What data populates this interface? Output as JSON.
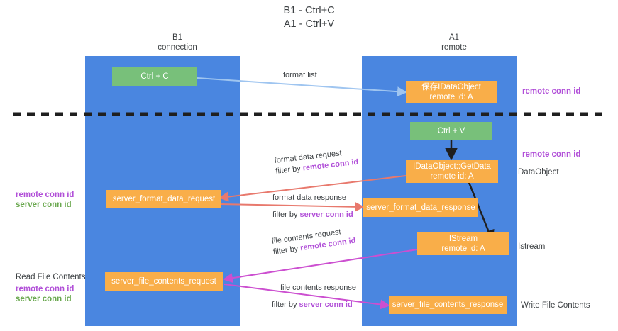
{
  "title": {
    "line1": "B1 - Ctrl+C",
    "line2": "A1 - Ctrl+V"
  },
  "lanes": [
    {
      "id": "b1",
      "name": "B1",
      "sub": "connection"
    },
    {
      "id": "a1",
      "name": "A1",
      "sub": "remote"
    }
  ],
  "colors": {
    "lane": "#4a86e0",
    "box_orange": "#f9ae49",
    "box_green": "#78c07a",
    "arrow_blue": "#9fc5f0",
    "arrow_red": "#e8796d",
    "arrow_magenta": "#c councils",
    "arrow_pink": "#cc4fd0",
    "arrow_black": "#1f1f1f",
    "text_purple": "#b14fd8",
    "text_green": "#6aa84f",
    "text_dark": "#3c4043",
    "divider": "#1f1f1f"
  },
  "boxes": {
    "ctrl_c": {
      "label": "Ctrl + C",
      "color": "green"
    },
    "save_dataobject": {
      "line1": "保存IDataObject",
      "line2": "remote id: A",
      "color": "orange"
    },
    "ctrl_v": {
      "label": "Ctrl + V",
      "color": "green"
    },
    "getdata": {
      "line1": "IDataObject::GetData",
      "line2": "remote id: A",
      "color": "orange"
    },
    "server_format_data_request": {
      "label": "server_format_data_request",
      "color": "orange"
    },
    "server_format_data_response": {
      "label": "server_format_data_response",
      "color": "orange"
    },
    "istream": {
      "line1": "IStream",
      "line2": "remote id: A",
      "color": "orange"
    },
    "server_file_contents_request": {
      "label": "server_file_contents_request",
      "color": "orange"
    },
    "server_file_contents_response": {
      "label": "server_file_contents_response",
      "color": "orange"
    }
  },
  "arrow_labels": {
    "format_list": "format list",
    "format_data_request": {
      "line1": "format data request",
      "prefix": "filter by ",
      "highlight": "remote conn id"
    },
    "format_data_response": {
      "line1": "format data response",
      "prefix": "filter by ",
      "highlight": "server conn id"
    },
    "file_contents_request": {
      "line1": "file contents request",
      "prefix": "filter by ",
      "highlight": "remote conn id"
    },
    "file_contents_response": {
      "line1": "file contents response",
      "prefix": "filter by ",
      "highlight": "server conn id"
    }
  },
  "side_labels": {
    "right_remote_conn_id_top": "remote conn id",
    "right_remote_conn_id_mid": "remote conn id",
    "right_dataobject": "DataObject",
    "right_istream": "Istream",
    "right_write_file_contents": "Write File Contents",
    "left_remote_conn_id": "remote conn id",
    "left_server_conn_id": "server conn id",
    "left_read_file_contents": "Read File Contents",
    "left_remote_conn_id_2": "remote conn id",
    "left_server_conn_id_2": "server conn id"
  }
}
